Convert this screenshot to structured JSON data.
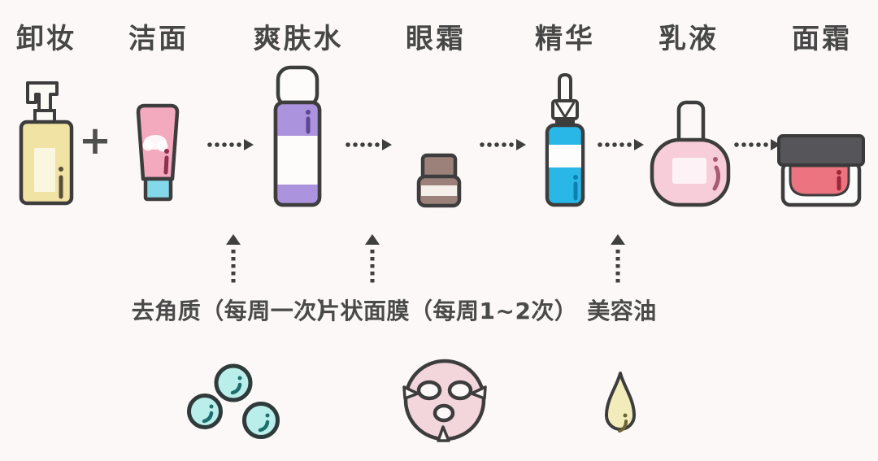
{
  "flow": {
    "plus": "+",
    "steps": [
      {
        "label": "卸妆",
        "icon": "pump-bottle"
      },
      {
        "label": "洁面",
        "icon": "squeeze-tube"
      },
      {
        "label": "爽肤水",
        "icon": "toner-bottle"
      },
      {
        "label": "眼霜",
        "icon": "small-jar"
      },
      {
        "label": "精华",
        "icon": "dropper-bottle"
      },
      {
        "label": "乳液",
        "icon": "round-bottle"
      },
      {
        "label": "面霜",
        "icon": "cream-jar"
      }
    ]
  },
  "extras": [
    {
      "label": "去角质（每周一次）",
      "icon": "exfoliating-beads"
    },
    {
      "label": "片状面膜（每周1~2次）",
      "icon": "sheet-mask"
    },
    {
      "label": "美容油",
      "icon": "oil-drop"
    }
  ],
  "colors": {
    "background": "#fcf8f7",
    "outline": "#3d3d3d",
    "text": "#474747",
    "cleansing_oil_yellow": "#f1e3a3",
    "cleanser_pink": "#f3a9be",
    "cap_cyan": "#83d8ea",
    "toner_purple": "#ab93dd",
    "eye_cream_brown": "#9b8179",
    "essence_blue": "#29b7e8",
    "lotion_pink": "#f6cdd9",
    "jar_lid_gray": "#55555a",
    "cream_red": "#ec7380",
    "bead_cyan": "#b9eeea",
    "mask_pink": "#f3d6dc",
    "oil_yellow": "#f2ecbb"
  }
}
